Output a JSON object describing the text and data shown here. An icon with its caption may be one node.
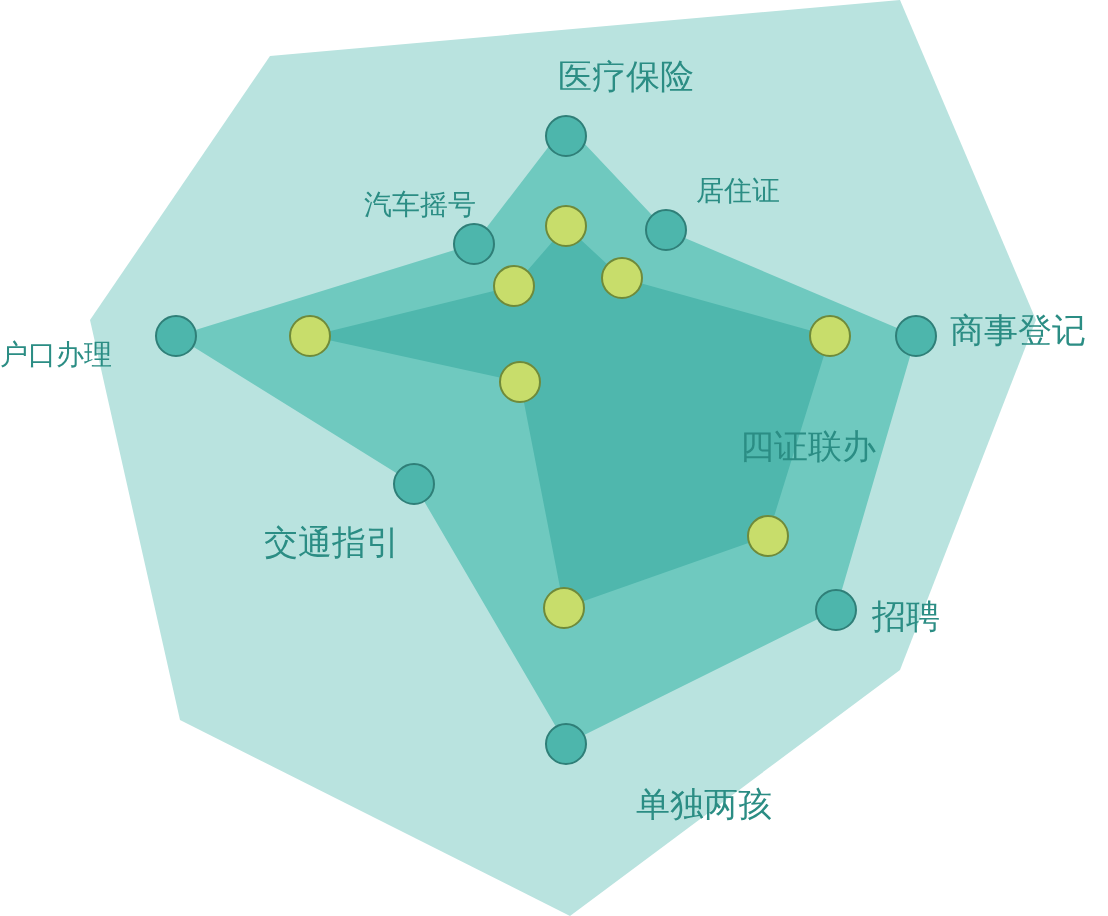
{
  "diagram": {
    "labels": [
      "医疗保险",
      "居住证",
      "汽车摇号",
      "户口办理",
      "商事登记",
      "四证联办",
      "交通指引",
      "招聘",
      "单独两孩"
    ]
  }
}
